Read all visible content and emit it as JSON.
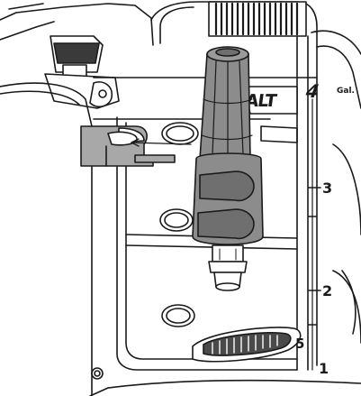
{
  "labels": {
    "brand": "VALT",
    "capacity_unit": "Gal.",
    "scale_marks": [
      "4",
      "3",
      "2",
      "1"
    ],
    "side_mark": "5"
  },
  "colors": {
    "line": "#1a1a1a",
    "body": "#ffffff",
    "nozzle": "#8c8c8c",
    "nozzle_dark": "#6f6f6f",
    "holder": "#a8a8a8",
    "vent": "#4a4a4a"
  }
}
